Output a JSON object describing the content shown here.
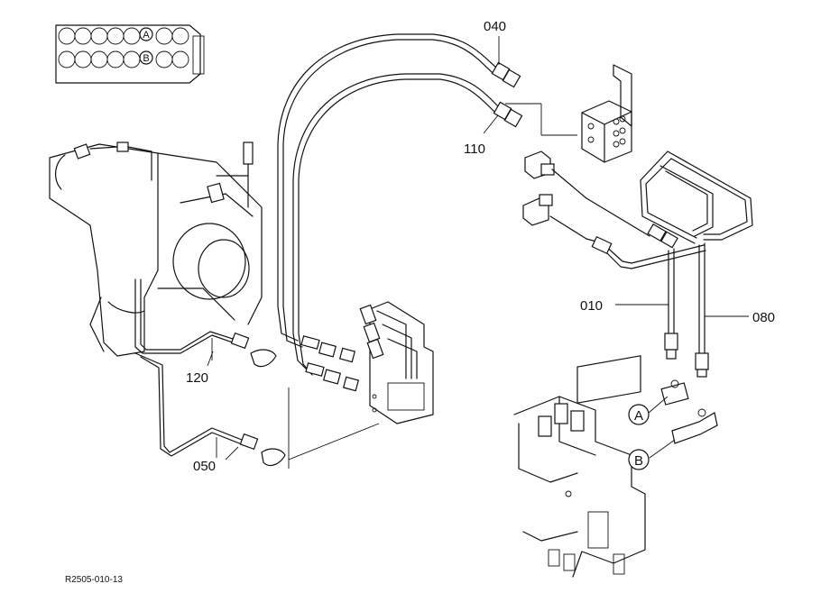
{
  "parts": {
    "p040": "040",
    "p110": "110",
    "p010": "010",
    "p080": "080",
    "p120": "120",
    "p050": "050"
  },
  "callouts": {
    "a": "A",
    "b": "B"
  },
  "drawing_code": "R2505-010-13"
}
